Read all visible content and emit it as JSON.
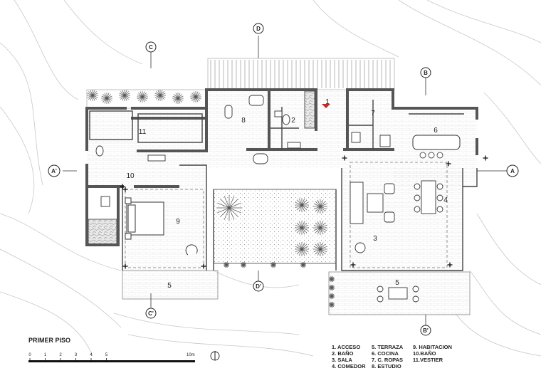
{
  "title": "PRIMER PISO",
  "scale": {
    "ticks": [
      "0",
      "1",
      "2",
      "3",
      "4",
      "5"
    ],
    "end": "10m"
  },
  "section_marks": {
    "D": "D",
    "C": "C",
    "B": "B",
    "A": "A",
    "D_prime": "D'",
    "C_prime": "C'",
    "B_prime": "B'",
    "A_prime": "A'"
  },
  "rooms": {
    "r1": "1",
    "r2": "2",
    "r3": "3",
    "r4": "4",
    "r5a": "5",
    "r5b": "5",
    "r6": "6",
    "r7": "7",
    "r8": "8",
    "r9": "9",
    "r10": "10",
    "r11": "11"
  },
  "legend": {
    "col1": [
      "1.  ACCESO",
      "2.  BAÑO",
      "3.  SALA",
      "4.  COMEDOR"
    ],
    "col2": [
      "5.  TERRAZA",
      "6.  COCINA",
      "7.  C. ROPAS",
      "8.  ESTUDIO"
    ],
    "col3": [
      "9.  HABITACION",
      "10.BAÑO",
      "11.VESTIER"
    ]
  },
  "colors": {
    "wall": "#555555",
    "line": "#333333",
    "contour": "#c8c8c8",
    "accent": "#d32222"
  }
}
